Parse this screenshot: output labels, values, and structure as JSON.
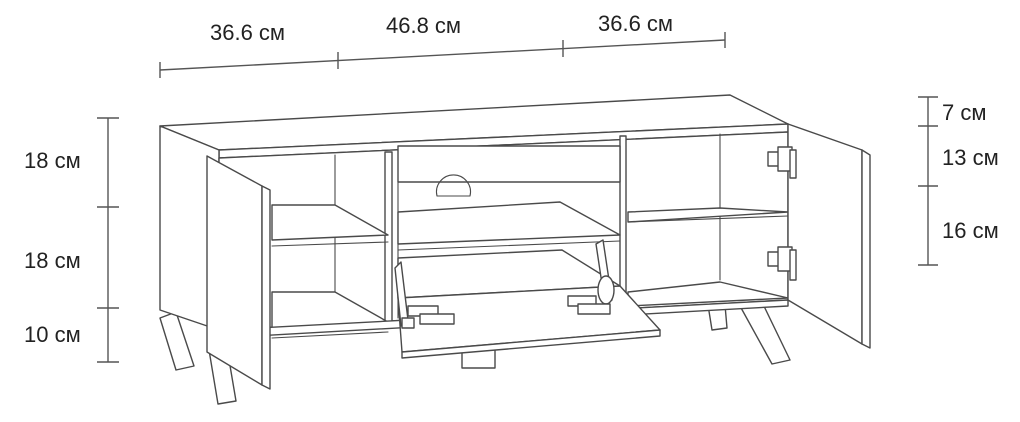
{
  "dimensions": {
    "width_left": "36.6 см",
    "width_center": "46.8 см",
    "width_right": "36.6 см",
    "height_top_left": "18 см",
    "height_mid_left": "18 см",
    "height_legs": "10 см",
    "height_right_top": "7 см",
    "height_right_mid": "13 см",
    "height_right_bottom": "16 см"
  }
}
